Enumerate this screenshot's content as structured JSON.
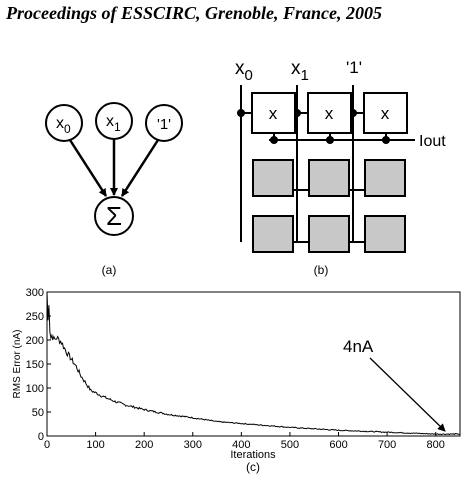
{
  "header": {
    "text": "Proceedings of ESSCIRC, Grenoble, France, 2005"
  },
  "figure_a": {
    "caption": "(a)",
    "inputs": [
      {
        "base": "x",
        "sub": "0"
      },
      {
        "base": "x",
        "sub": "1"
      },
      {
        "base": "'1'",
        "sub": ""
      }
    ],
    "sum_symbol": "Σ"
  },
  "figure_b": {
    "caption": "(b)",
    "columns": [
      {
        "base": "x",
        "sub": "0"
      },
      {
        "base": "x",
        "sub": "1"
      },
      {
        "base": "'1'",
        "sub": ""
      }
    ],
    "multiplier_label": "x",
    "output_label": "Iout",
    "grey_fill": "#c8c8c8"
  },
  "figure_c": {
    "caption": "(c)",
    "annotation": "4nA",
    "chart_data": {
      "type": "line",
      "xlabel": "Iterations",
      "ylabel": "RMS Error (nA)",
      "xlim": [
        0,
        850
      ],
      "ylim": [
        0,
        300
      ],
      "x_ticks": [
        0,
        100,
        200,
        300,
        400,
        500,
        600,
        700,
        800
      ],
      "y_ticks": [
        0,
        50,
        100,
        150,
        200,
        250,
        300
      ],
      "x": [
        0,
        2,
        4,
        6,
        8,
        10,
        15,
        20,
        30,
        40,
        50,
        60,
        70,
        80,
        90,
        100,
        120,
        140,
        160,
        180,
        200,
        250,
        300,
        350,
        400,
        450,
        500,
        550,
        600,
        650,
        700,
        750,
        800,
        850
      ],
      "y": [
        300,
        240,
        280,
        220,
        205,
        210,
        200,
        205,
        195,
        175,
        160,
        145,
        125,
        110,
        95,
        90,
        80,
        72,
        65,
        60,
        55,
        45,
        38,
        30,
        26,
        22,
        18,
        15,
        12,
        10,
        8,
        6,
        4,
        4
      ],
      "grid": false
    }
  }
}
